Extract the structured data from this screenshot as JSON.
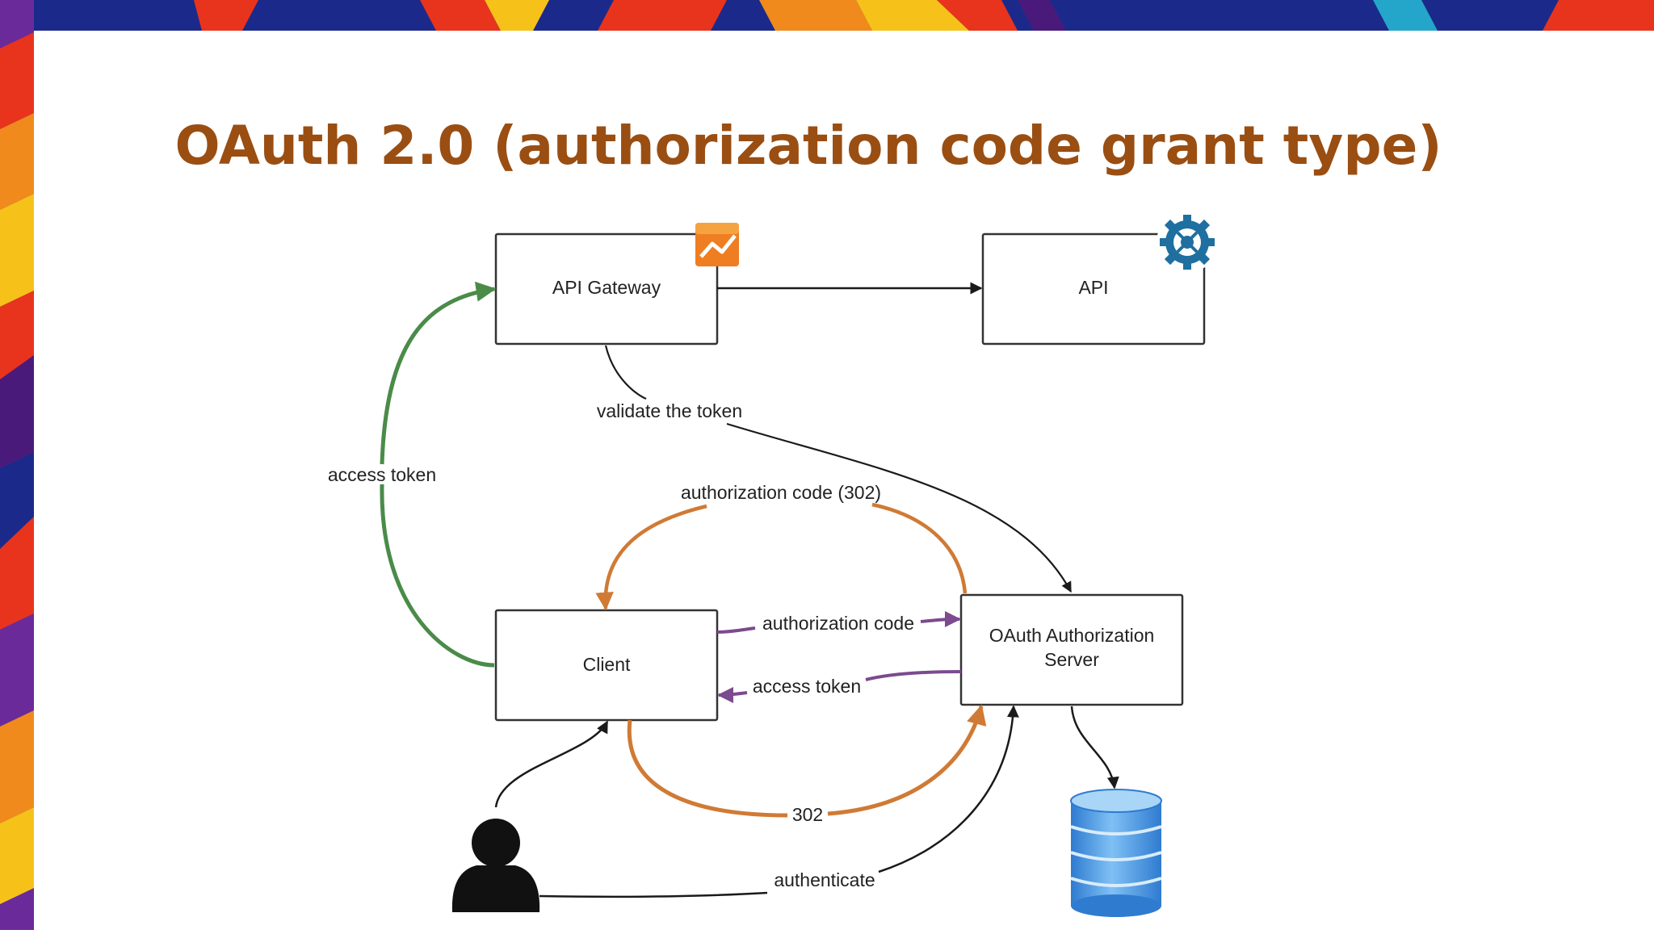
{
  "slide": {
    "title": "OAuth 2.0 (authorization code grant type)"
  },
  "nodes": {
    "api_gateway": "API Gateway",
    "api": "API",
    "client": "Client",
    "auth_server_line1": "OAuth Authorization",
    "auth_server_line2": "Server"
  },
  "edges": {
    "validate_token": "validate the token",
    "access_token_left": "access token",
    "auth_code_302": "authorization code (302)",
    "auth_code": "authorization code",
    "access_token": "access token",
    "redirect_302": "302",
    "authenticate": "authenticate"
  },
  "colors": {
    "title": "#9a4e12",
    "green_arrow": "#4a8b48",
    "orange_arrow": "#d07a35",
    "purple_arrow": "#7c4a8e",
    "black_arrow": "#1a1a1a",
    "database": "#3f8fdc",
    "gear_icon": "#1f6fa0",
    "analytics_icon": "#ef7d22"
  },
  "icons": {
    "gateway": "analytics-chart-icon",
    "api": "gear-icon",
    "user": "user-silhouette-icon",
    "storage": "database-icon"
  }
}
